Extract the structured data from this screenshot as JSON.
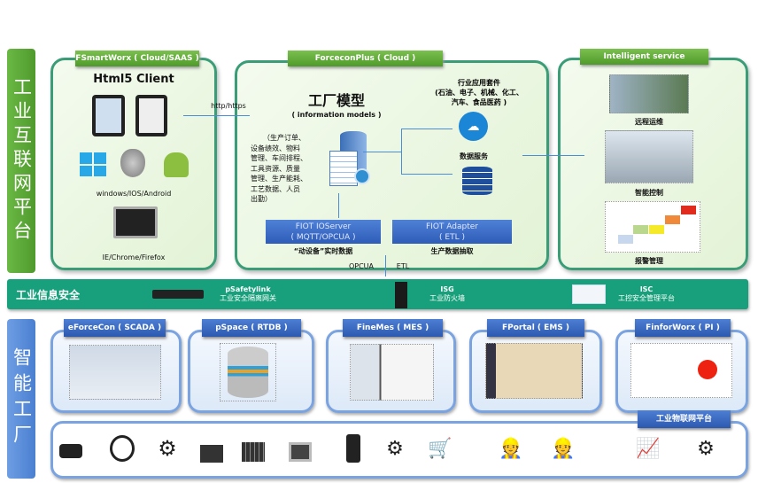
{
  "platform_label": "工业互联网平台",
  "factory_label": "智能工厂",
  "cloud_saas": {
    "title": "FSmartWorx ( Cloud/SAAS )",
    "client": "Html5 Client",
    "os": "windows/IOS/Android",
    "browsers": "IE/Chrome/Firefox"
  },
  "protocol": "http/https",
  "forcecon": {
    "title": "ForceconPlus ( Cloud )",
    "model_title": "工厂模型",
    "model_sub": "( information models )",
    "model_items": [
      "（生产订单、",
      "设备绩效、物料",
      "管理、车间排程、",
      "工具资源、质量",
      "管理、生产能耗、",
      "工艺数据、人员",
      "出勤）"
    ],
    "industry_title": "行业应用套件",
    "industry_items": [
      "(石油、电子、机械、化工、",
      "汽车、食品医药 )"
    ],
    "data_service": "数据服务",
    "ioserver": {
      "line1": "FIOT IOServer",
      "line2": "( MQTT/OPCUA )",
      "caption": "“动设备”实时数据"
    },
    "adapter": {
      "line1": "FIOT Adapter",
      "line2": "( ETL )",
      "caption": "生产数据抽取"
    },
    "opcua": "OPCUA",
    "etl": "ETL"
  },
  "intelligent": {
    "title": "Intelligent service",
    "items": [
      "远程运维",
      "智能控制",
      "报警管理"
    ]
  },
  "security": {
    "title": "工业信息安全",
    "items": [
      {
        "name": "pSafetylink",
        "desc": "工业安全隔离网关"
      },
      {
        "name": "ISG",
        "desc": "工业防火墙"
      },
      {
        "name": "ISC",
        "desc": "工控安全管理平台"
      }
    ]
  },
  "products": [
    "eForceCon ( SCADA )",
    "pSpace ( RTDB )",
    "FineMes ( MES )",
    "FPortal ( EMS )",
    "FinforWorx ( PI )"
  ],
  "iot_platform": "工业物联网平台",
  "colors": {
    "green": "#5aa832",
    "teal": "#17a07b",
    "blue": "#2e5cb8",
    "frame": "#3a9d78"
  }
}
